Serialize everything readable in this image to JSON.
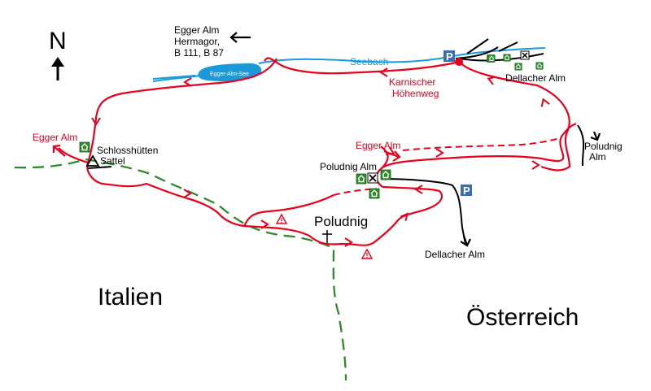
{
  "colors": {
    "route": "#e8001c",
    "road": "#000000",
    "water": "#1a9ad9",
    "border": "#2e8b2e",
    "hut": "#2e8b2e",
    "parking": "#3b6db5"
  },
  "compass": {
    "label": "N"
  },
  "labels": {
    "egger_alm_top": "Egger Alm",
    "hermagor": "Hermagor,",
    "roads": "B 111, B 87",
    "seebach": "Seebach",
    "egger_alm_see": "Egger-Alm-See",
    "karnischer": "Karnischer",
    "hoehenweg": "Höhenweg",
    "dellacher_alm_top": "Dellacher Alm",
    "egger_alm_left": "Egger Alm",
    "schlosshuetten": "Schlosshütten",
    "sattel": "Sattel",
    "egger_alm_mid": "Egger Alm",
    "poludnig_alm_mid": "Poludnig Alm",
    "poludnig_alm_right_1": "Poludnig",
    "poludnig_alm_right_2": "Alm",
    "poludnig_summit": "Poludnig",
    "dellacher_alm_bottom": "Dellacher Alm",
    "italien": "Italien",
    "oesterreich": "Österreich",
    "parking": "P"
  },
  "icons": {
    "north_arrow": "north-arrow-icon",
    "parking": "parking-icon",
    "hut": "hut-icon",
    "restaurant": "crossed-cutlery-icon",
    "warning": "warning-triangle-icon",
    "summit_cross": "summit-cross-icon",
    "saddle": "saddle-triangle-icon"
  }
}
